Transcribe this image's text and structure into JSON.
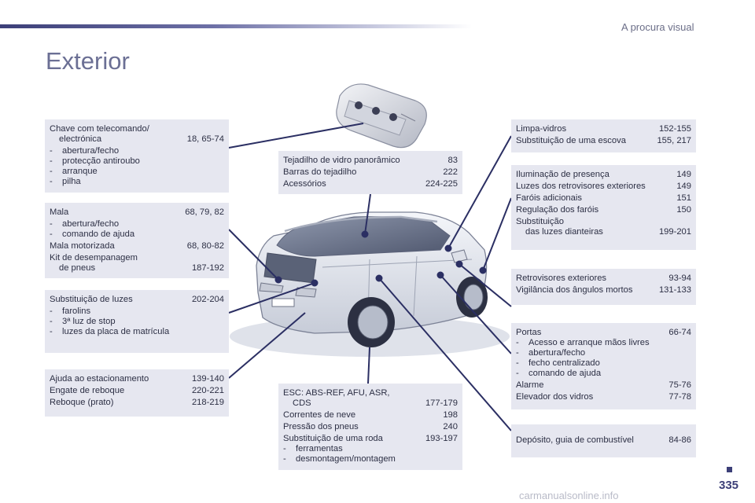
{
  "header": {
    "section": "A procura visual",
    "title": "Exterior"
  },
  "boxes": {
    "key": {
      "line1": "Chave com telecomando/",
      "line2": "electrónica",
      "line2_pages": "18, 65-74",
      "subs": [
        "abertura/fecho",
        "protecção antiroubo",
        "arranque",
        "pilha"
      ]
    },
    "boot": {
      "mala": "Mala",
      "mala_pages": "68, 79, 82",
      "mala_subs": [
        "abertura/fecho",
        "comando de ajuda"
      ],
      "motor": "Mala motorizada",
      "motor_pages": "68, 80-82",
      "kit1": "Kit de desempanagem",
      "kit2": "de pneus",
      "kit_pages": "187-192"
    },
    "lamps": {
      "title": "Substituição de luzes",
      "pages": "202-204",
      "subs": [
        "farolins",
        "3ª luz de stop",
        "luzes da placa de matrícula"
      ]
    },
    "parking": {
      "rows": [
        {
          "label": "Ajuda ao estacionamento",
          "pages": "139-140"
        },
        {
          "label": "Engate de reboque",
          "pages": "220-221"
        },
        {
          "label": "Reboque (prato)",
          "pages": "218-219"
        }
      ]
    },
    "roof": {
      "rows": [
        {
          "label": "Tejadilho de vidro panorâmico",
          "pages": "83"
        },
        {
          "label": "Barras do tejadilho",
          "pages": "222"
        },
        {
          "label": "Acessórios",
          "pages": "224-225"
        }
      ]
    },
    "esc": {
      "esc1": "ESC: ABS-REF, AFU, ASR,",
      "esc2": "CDS",
      "esc_pages": "177-179",
      "rows": [
        {
          "label": "Correntes de neve",
          "pages": "198"
        },
        {
          "label": "Pressão dos pneus",
          "pages": "240"
        }
      ],
      "wheel": "Substituição de uma roda",
      "wheel_pages": "193-197",
      "wheel_subs": [
        "ferramentas",
        "desmontagem/montagem"
      ]
    },
    "wipers": {
      "rows": [
        {
          "label": "Limpa-vidros",
          "pages": "152-155"
        },
        {
          "label": "Substituição de uma escova",
          "pages": "155, 217"
        }
      ]
    },
    "lights": {
      "rows": [
        {
          "label": "Iluminação de presença",
          "pages": "149"
        },
        {
          "label": "Luzes dos retrovisores exteriores",
          "pages": "149"
        },
        {
          "label": "Faróis adicionais",
          "pages": "151"
        },
        {
          "label": "Regulação dos faróis",
          "pages": "150"
        }
      ],
      "sub1": "Substituição",
      "sub2": "das luzes dianteiras",
      "sub_pages": "199-201"
    },
    "mirrors": {
      "rows": [
        {
          "label": "Retrovisores exteriores",
          "pages": "93-94"
        },
        {
          "label": "Vigilância dos ângulos mortos",
          "pages": "131-133"
        }
      ]
    },
    "doors": {
      "portas": "Portas",
      "portas_pages": "66-74",
      "subs": [
        "Acesso e arranque mãos livres",
        "abertura/fecho",
        "fecho centralizado",
        "comando de ajuda"
      ],
      "rows": [
        {
          "label": "Alarme",
          "pages": "75-76"
        },
        {
          "label": "Elevador dos vidros",
          "pages": "77-78"
        }
      ]
    },
    "fuel": {
      "label": "Depósito, guia de combustível",
      "pages": "84-86"
    }
  },
  "footer": {
    "page": "335",
    "watermark": "carmanualsonline.info"
  },
  "colors": {
    "accent": "#3c3f78",
    "box": "#e6e7f0",
    "line": "#2b2f63"
  }
}
